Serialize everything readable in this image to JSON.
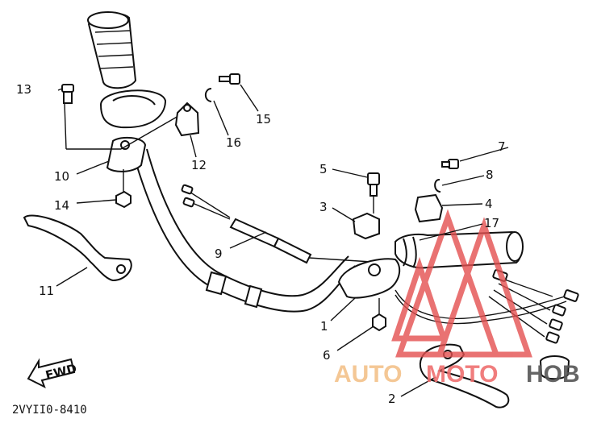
{
  "diagram": {
    "part_numbers": [
      "1",
      "2",
      "3",
      "4",
      "5",
      "6",
      "7",
      "8",
      "9",
      "10",
      "11",
      "12",
      "13",
      "14",
      "15",
      "16",
      "17"
    ],
    "fwd_arrow_label": "FWD",
    "drawing_code": "2VYII0-8410"
  },
  "watermark": {
    "text_auto": "AUTO",
    "text_moto": "MOTO",
    "text_hob": "HOB",
    "color_auto": "#f3c28a",
    "color_moto": "#ef6f6f",
    "color_hob": "#555555",
    "triangle_color": "#e45050"
  }
}
